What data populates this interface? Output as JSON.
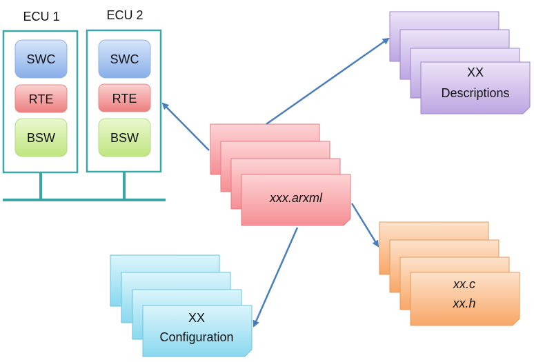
{
  "ecu_labels": [
    "ECU 1",
    "ECU 2"
  ],
  "ecu_layers": [
    "SWC",
    "RTE",
    "BSW"
  ],
  "center_file_label": "xxx.arxml",
  "descriptions_label_line1": "XX",
  "descriptions_label_line2": "Descriptions",
  "code_label_line1": "xx.c",
  "code_label_line2": "xx.h",
  "configuration_label_line1": "XX",
  "configuration_label_line2": "Configuration",
  "colors": {
    "ecu_border": "#3aa6a8",
    "arrow": "#4a7ebb",
    "swc": "#9cbef0",
    "rte": "#f08a8a",
    "bsw": "#c9ea8f",
    "arxml": "#f8a3a7",
    "descriptions": "#c6b3e6",
    "code": "#f9b27a",
    "configuration": "#9adff2"
  }
}
